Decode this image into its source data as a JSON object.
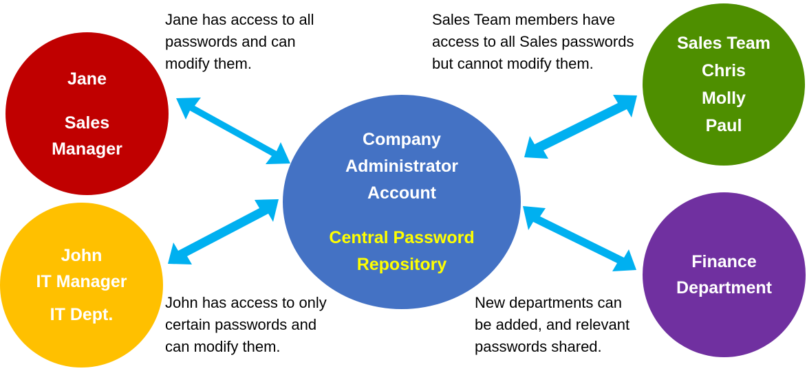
{
  "nodes": {
    "jane": {
      "lines": [
        "Jane",
        "Sales",
        "Manager"
      ],
      "color": "#c00000"
    },
    "john": {
      "lines": [
        "John",
        "IT Manager",
        "IT Dept."
      ],
      "color": "#ffc000"
    },
    "center": {
      "lines": [
        "Company",
        "Administrator",
        "Account"
      ],
      "repository": [
        "Central Password",
        "Repository"
      ],
      "color": "#4472c4",
      "repository_color": "#ffff00"
    },
    "sales": {
      "lines": [
        "Sales Team",
        "Chris",
        "Molly",
        "Paul"
      ],
      "color": "#4e8f00"
    },
    "finance": {
      "lines": [
        "Finance",
        "Department"
      ],
      "color": "#7030a0"
    }
  },
  "notes": {
    "jane": [
      "Jane has access to all",
      "passwords and can",
      "modify them."
    ],
    "sales": [
      "Sales Team members have",
      "access to all Sales passwords",
      "but cannot modify them."
    ],
    "john": [
      "John has access to only",
      "certain passwords and",
      "can modify them."
    ],
    "finance": [
      "New departments can",
      "be added, and relevant",
      "passwords shared."
    ]
  },
  "arrow_color": "#00b0f0"
}
